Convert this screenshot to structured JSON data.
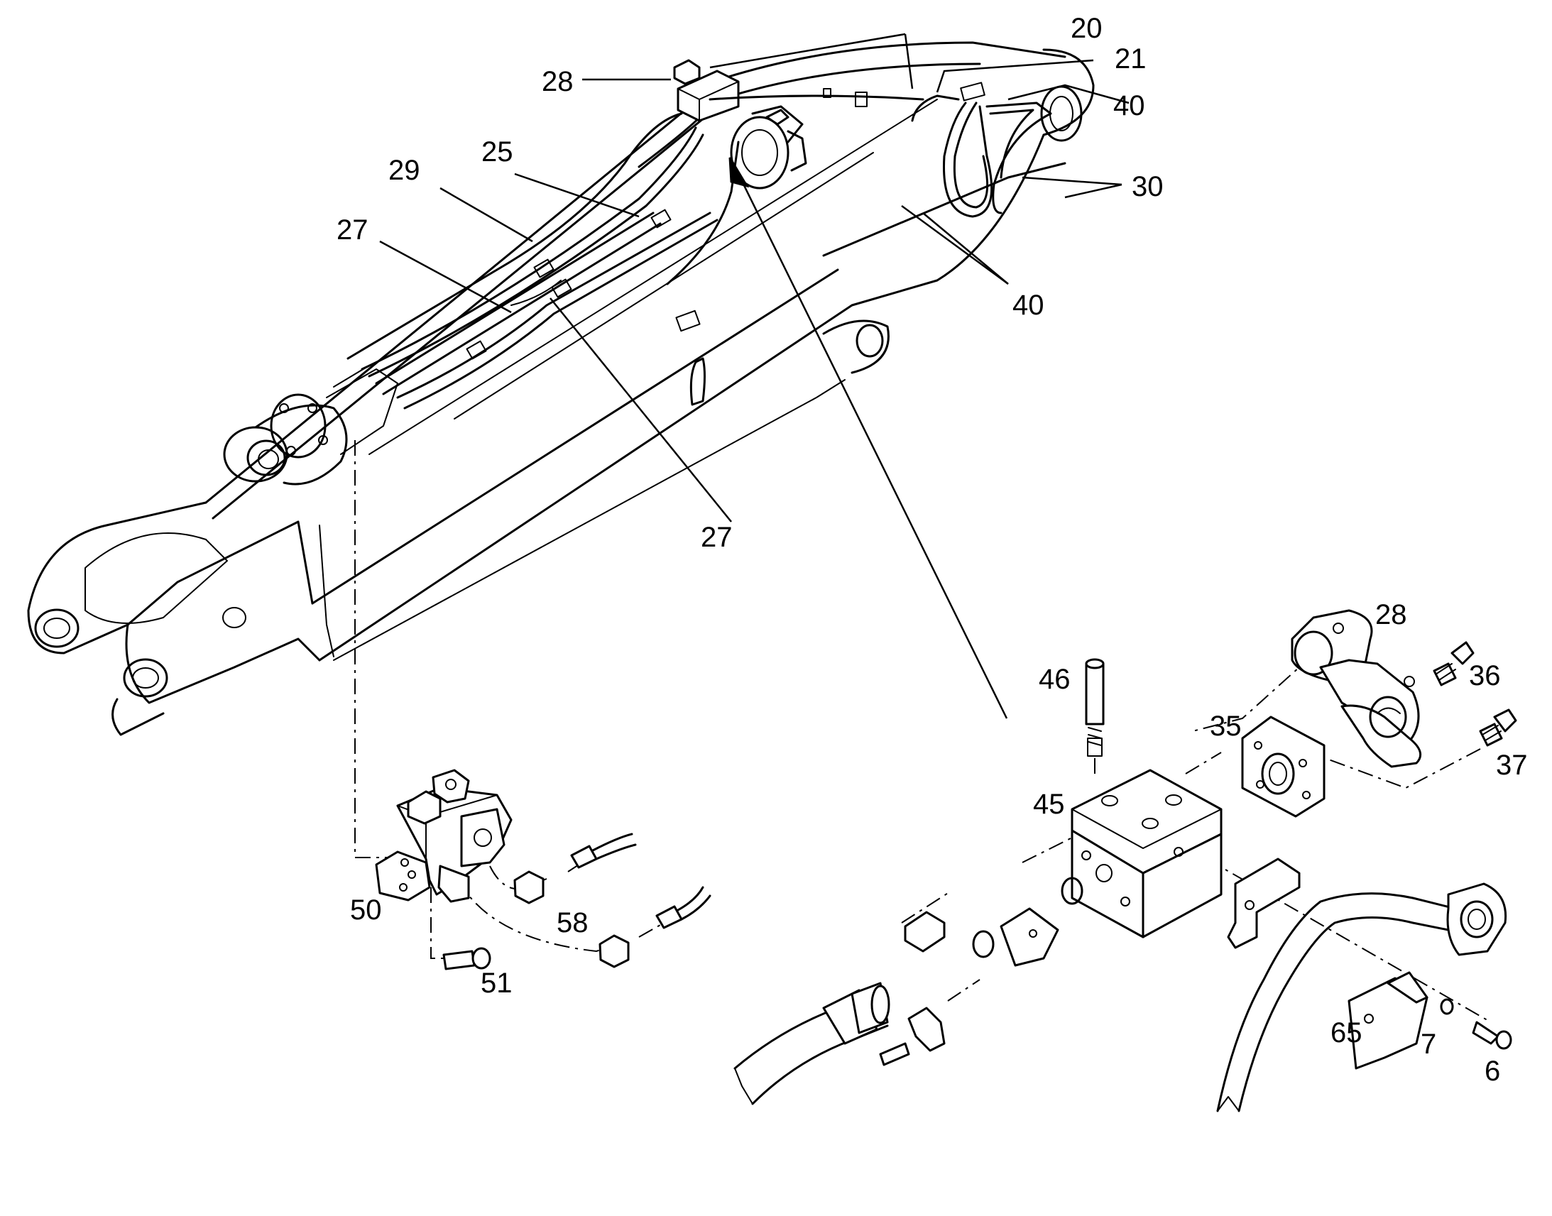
{
  "callouts": [
    {
      "id": "c20",
      "text": "20"
    },
    {
      "id": "c21",
      "text": "21"
    },
    {
      "id": "c28a",
      "text": "28"
    },
    {
      "id": "c40a",
      "text": "40"
    },
    {
      "id": "c30",
      "text": "30"
    },
    {
      "id": "c25",
      "text": "25"
    },
    {
      "id": "c29",
      "text": "29"
    },
    {
      "id": "c27a",
      "text": "27"
    },
    {
      "id": "c40b",
      "text": "40"
    },
    {
      "id": "c27b",
      "text": "27"
    },
    {
      "id": "c28b",
      "text": "28"
    },
    {
      "id": "c46",
      "text": "46"
    },
    {
      "id": "c36",
      "text": "36"
    },
    {
      "id": "c35",
      "text": "35"
    },
    {
      "id": "c37",
      "text": "37"
    },
    {
      "id": "c45",
      "text": "45"
    },
    {
      "id": "c50",
      "text": "50"
    },
    {
      "id": "c58",
      "text": "58"
    },
    {
      "id": "c51",
      "text": "51"
    },
    {
      "id": "c65",
      "text": "65"
    },
    {
      "id": "c7",
      "text": "7"
    },
    {
      "id": "c6",
      "text": "6"
    }
  ]
}
